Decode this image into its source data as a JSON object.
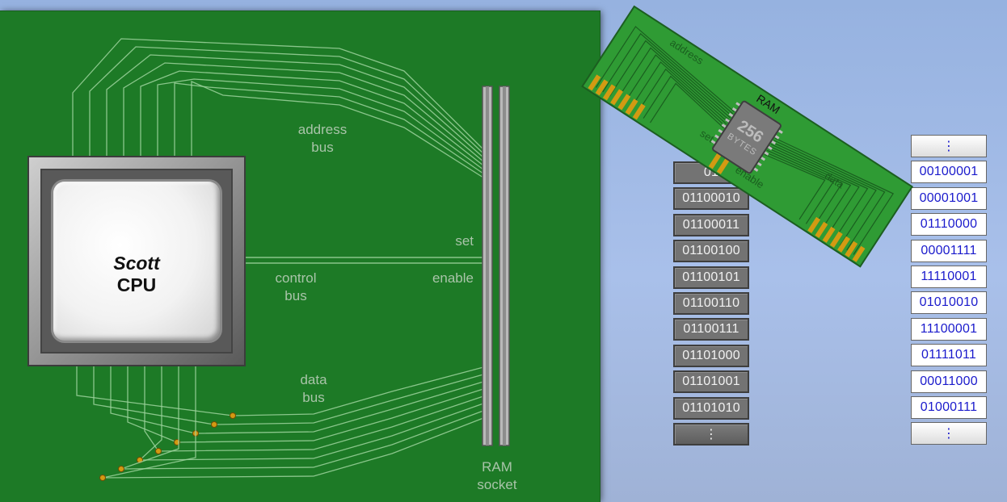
{
  "cpu": {
    "brand": "Scott",
    "model": "CPU"
  },
  "labels": {
    "address_bus": [
      "address",
      "bus"
    ],
    "control_bus": [
      "control",
      "bus"
    ],
    "data_bus": [
      "data",
      "bus"
    ],
    "set": "set",
    "enable": "enable",
    "ram_socket": [
      "RAM",
      "socket"
    ]
  },
  "ram_module": {
    "title": "RAM",
    "capacity": "256",
    "unit": "BYTES",
    "address_label": "address",
    "data_label": "data",
    "set_label": "set",
    "enable_label": "enable"
  },
  "address_column": {
    "top_cell": "01",
    "cells": [
      "01100010",
      "01100011",
      "01100100",
      "01100101",
      "01100110",
      "01100111",
      "01101000",
      "01101001",
      "01101010"
    ],
    "ellipsis": "⋮"
  },
  "data_column": {
    "top_ellipsis": "⋮",
    "cells": [
      "00100001",
      "00001001",
      "01110000",
      "00001111",
      "11110001",
      "01010010",
      "11100001",
      "01111011",
      "00011000",
      "01000111"
    ],
    "bottom_ellipsis": "⋮"
  },
  "colors": {
    "board": "#1d7a26",
    "trace": "#9ed49e",
    "ram_board": "#2f9b34",
    "gold": "#d39a12",
    "data_text": "#1a1acc"
  }
}
